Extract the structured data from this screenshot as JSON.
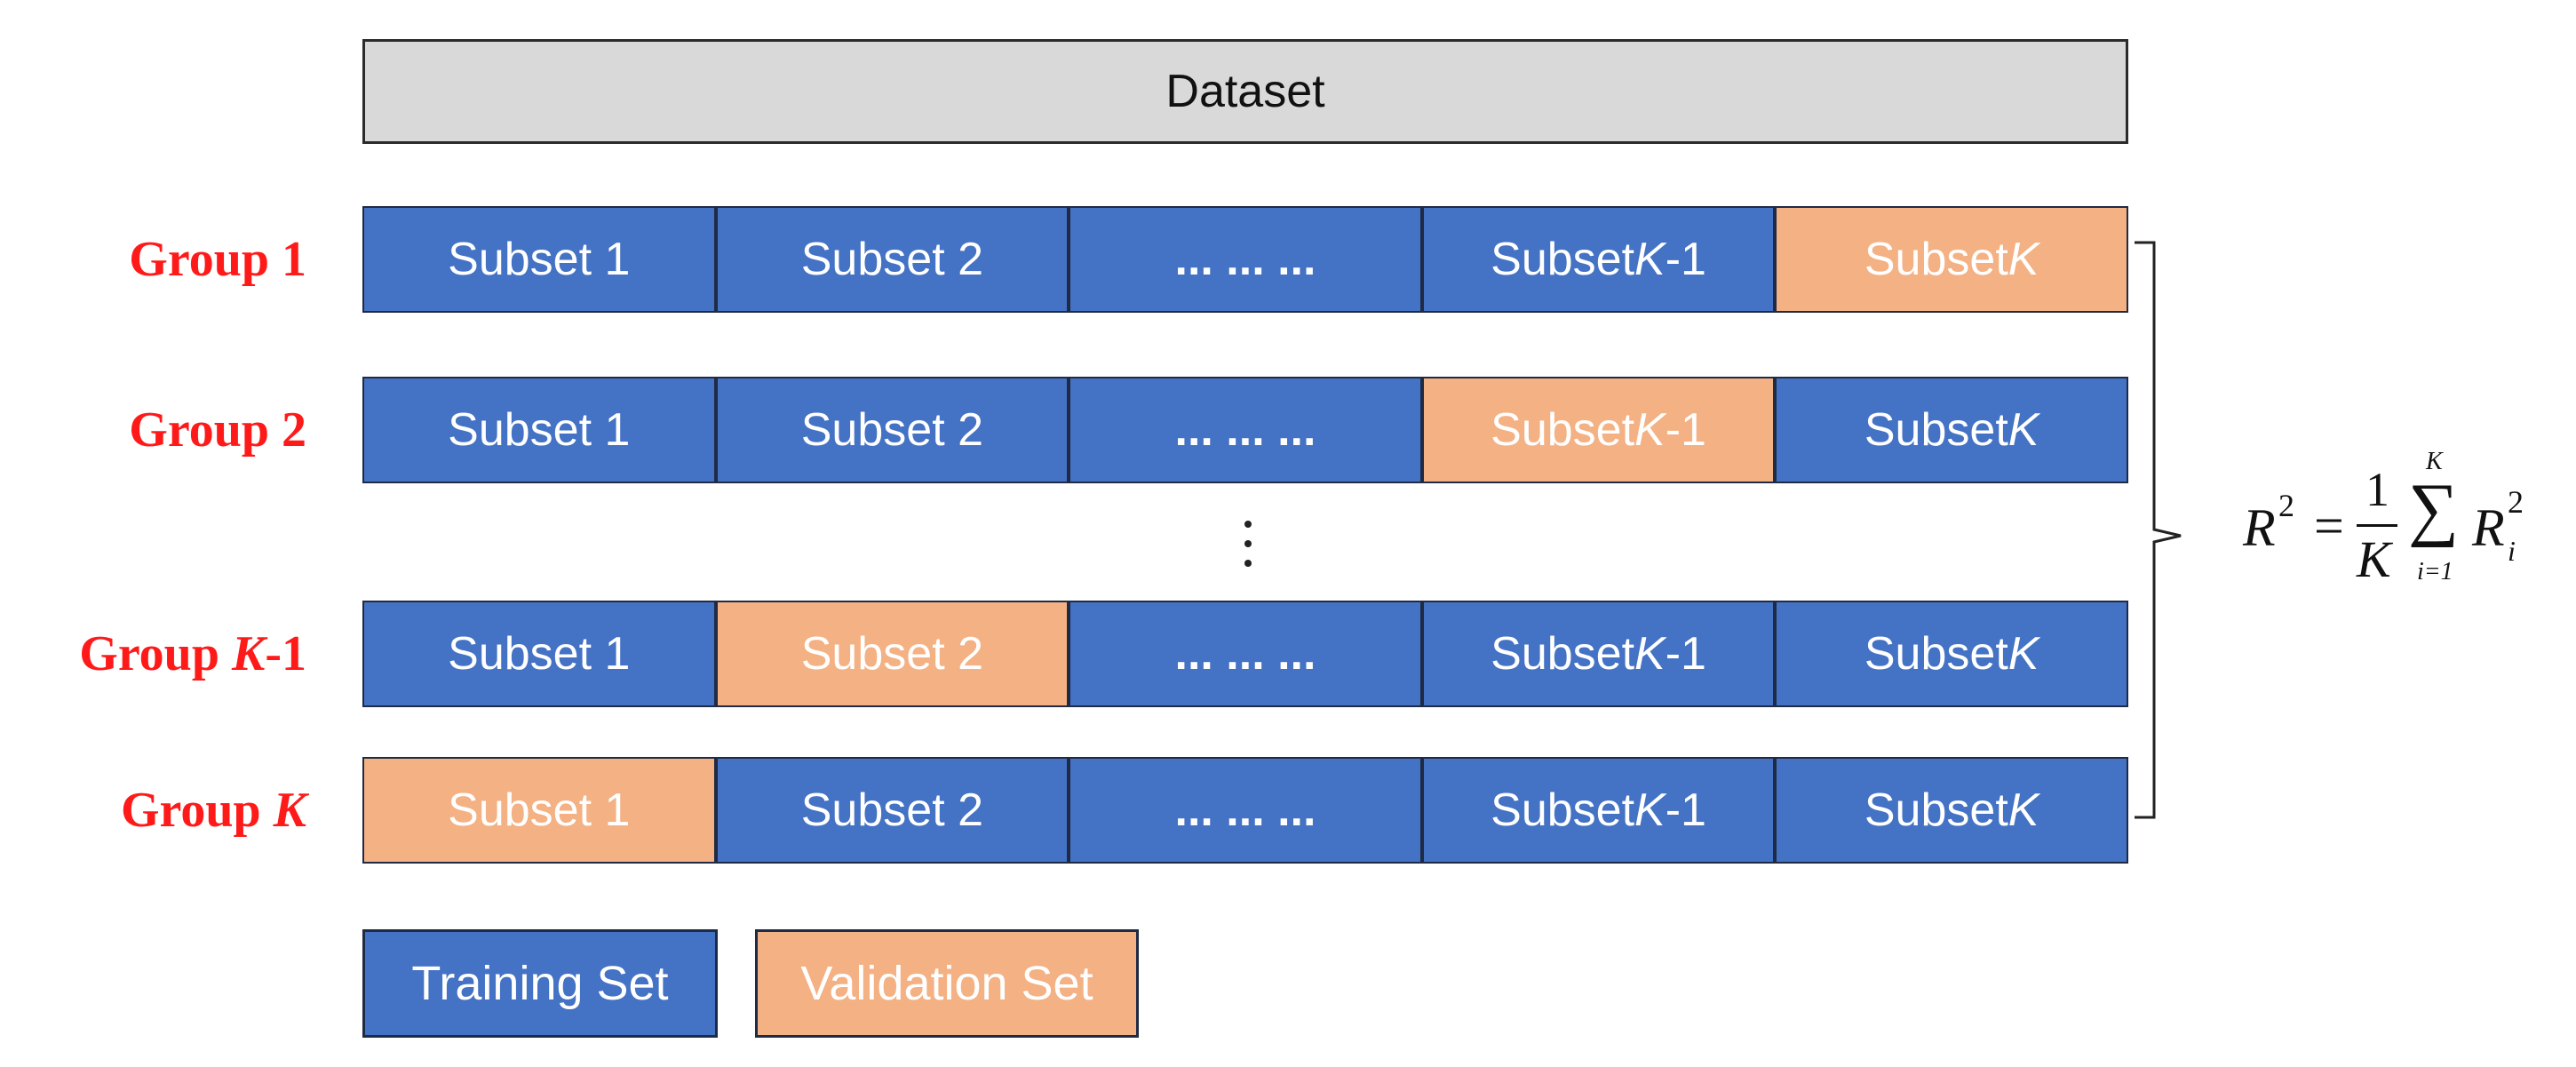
{
  "dataset_label": "Dataset",
  "groups": [
    {
      "label_prefix": "Group ",
      "label_num": "1",
      "label_italic": "",
      "label_suffix": "",
      "validation_index": 4
    },
    {
      "label_prefix": "Group ",
      "label_num": "2",
      "label_italic": "",
      "label_suffix": "",
      "validation_index": 3
    },
    {
      "label_prefix": "Group ",
      "label_num": "",
      "label_italic": "K",
      "label_suffix": "-1",
      "validation_index": 1
    },
    {
      "label_prefix": "Group ",
      "label_num": "",
      "label_italic": "K",
      "label_suffix": "",
      "validation_index": 0
    }
  ],
  "subsets": [
    {
      "prefix": "Subset 1",
      "italic": "",
      "suffix": ""
    },
    {
      "prefix": "Subset 2",
      "italic": "",
      "suffix": ""
    },
    {
      "prefix": "... ... ...",
      "italic": "",
      "suffix": ""
    },
    {
      "prefix": "Subset ",
      "italic": "K",
      "suffix": "-1"
    },
    {
      "prefix": "Subset ",
      "italic": "K",
      "suffix": ""
    }
  ],
  "formula": {
    "lhs": "R",
    "lhs_exp": "2",
    "equals": "=",
    "numerator": "1",
    "denominator": "K",
    "sum_upper": "K",
    "sum_lower": "i=1",
    "sigma": "∑",
    "term": "R",
    "term_sub": "i",
    "term_exp": "2"
  },
  "legend": {
    "training_label": "Training Set",
    "validation_label": "Validation Set"
  },
  "colors": {
    "training": "#4472c4",
    "validation": "#f4b183",
    "group_label": "#ff1a1a",
    "dataset_bg": "#d9d9d9"
  }
}
